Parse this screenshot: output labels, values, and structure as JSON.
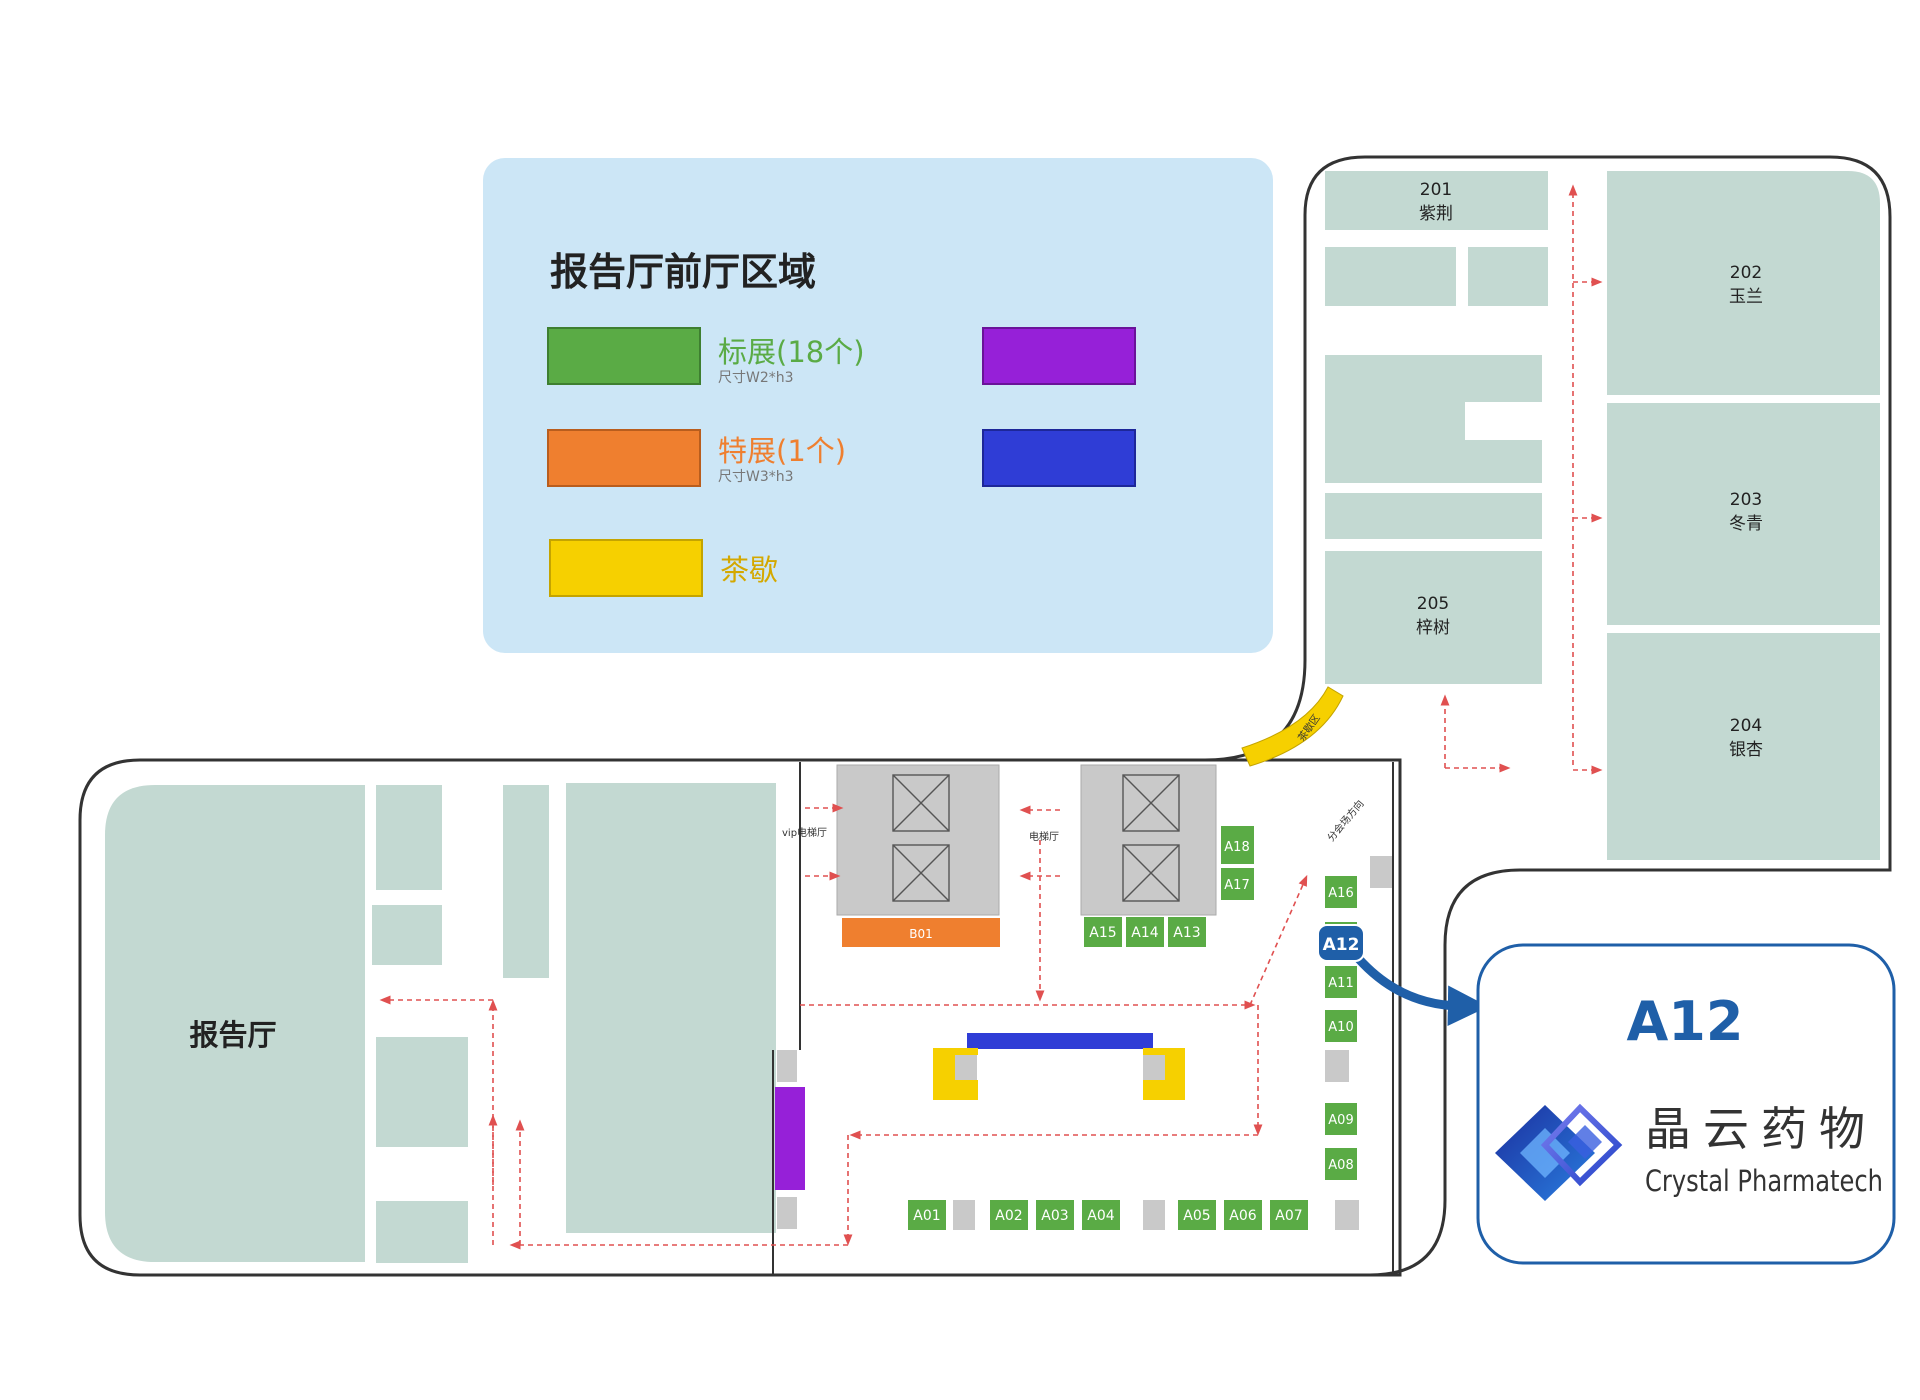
{
  "legend": {
    "title": "报告厅前厅区域",
    "items": [
      {
        "label": "标展(18个)",
        "sub": "尺寸W2*h3",
        "color": "#5aab45"
      },
      {
        "label": "特展(1个)",
        "sub": "尺寸W3*h3",
        "color": "#ef7f2f"
      },
      {
        "label": "茶歇",
        "sub": "",
        "color": "#f6d000"
      }
    ],
    "extra_colors": [
      "#9620d8",
      "#2f3dd6"
    ]
  },
  "colors": {
    "room": "#c3d9d2",
    "green": "#5aab45",
    "orange": "#ef7f2f",
    "yellow": "#f6d000",
    "purple": "#9620d8",
    "blue": "#2f3dd6",
    "brand_blue": "#1f5fa8",
    "legend_bg": "#cce6f6",
    "grey": "#c9c9c9",
    "route": "#e05050"
  },
  "rooms": {
    "r201": {
      "num": "201",
      "name": "紫荆"
    },
    "r202": {
      "num": "202",
      "name": "玉兰"
    },
    "r203": {
      "num": "203",
      "name": "冬青"
    },
    "r204": {
      "num": "204",
      "name": "银杏"
    },
    "r205": {
      "num": "205",
      "name": "梓树"
    },
    "hall": "报告厅"
  },
  "labels": {
    "tea_area": "茶歇区",
    "vip_elevator": "vip电梯厅",
    "elevator": "电梯厅",
    "direction": "分会场方向"
  },
  "booths": [
    "A01",
    "A02",
    "A03",
    "A04",
    "A05",
    "A06",
    "A07",
    "A08",
    "A09",
    "A10",
    "A11",
    "A13",
    "A14",
    "A15",
    "A16",
    "A17",
    "A18"
  ],
  "special_booth": "B01",
  "highlight": {
    "marker": "A12",
    "title": "A12",
    "company_cn": "晶云药物",
    "company_en": "Crystal Pharmatech"
  }
}
